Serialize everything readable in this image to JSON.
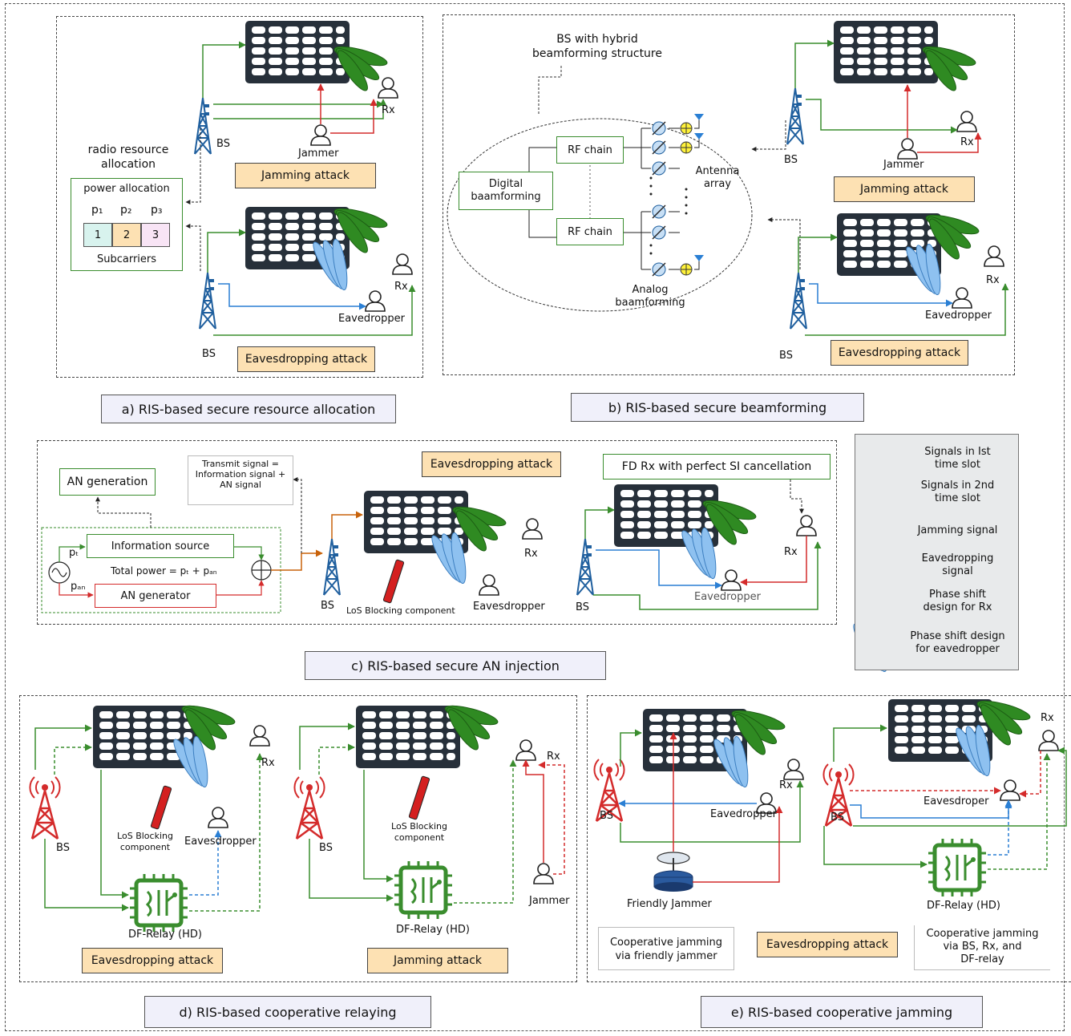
{
  "captions": {
    "a": "a) RIS-based secure resource allocation",
    "b": "b) RIS-based secure beamforming",
    "c": "c) RIS-based secure AN injection",
    "d": "d) RIS-based cooperative relaying",
    "e": "e) RIS-based cooperative jamming"
  },
  "panel_a": {
    "bs": "BS",
    "rx": "Rx",
    "jammer": "Jammer",
    "jamming_attack": "Jamming attack",
    "radio_resource": "radio resource\nallocation",
    "power_allocation": "power allocation",
    "p1": "p₁",
    "p2": "p₂",
    "p3": "p₃",
    "sub1": "1",
    "sub2": "2",
    "sub3": "3",
    "subcarriers": "Subcarriers",
    "eavesdropper": "Eavedropper",
    "eavesdropping_attack": "Eavesdropping attack"
  },
  "panel_b": {
    "bs_hybrid": "BS with hybrid\nbeamforming structure",
    "digital": "Digital\nbaamforming",
    "rf_chain": "RF chain",
    "antenna_array": "Antenna\narray",
    "analog": "Analog\nbaamforming",
    "bs": "BS",
    "rx": "Rx",
    "jammer": "Jammer",
    "jamming_attack": "Jamming attack",
    "eavesdropper": "Eavedropper",
    "eavesdropping_attack": "Eavesdropping attack"
  },
  "panel_c": {
    "an_generation": "AN generation",
    "transmit_signal": "Transmit signal =\nInformation signal +\nAN signal",
    "info_source": "Information source",
    "pt": "pₜ",
    "pan": "pₐₙ",
    "total_power": "Total power = pₜ + pₐₙ",
    "an_generator": "AN generator",
    "bs": "BS",
    "eavesdropping_attack": "Eavesdropping attack",
    "rx": "Rx",
    "los_block": "LoS Blocking component",
    "eavesdropper": "Eavesdropper",
    "fd_rx": "FD Rx with perfect SI cancellation",
    "eavedropper2": "Eavedropper"
  },
  "legend": {
    "sig1": "Signals in Ist\ntime slot",
    "sig2": "Signals in 2nd\ntime slot",
    "jam": "Jamming signal",
    "eave": "Eavedropping\nsignal",
    "phase_rx": "Phase shift\ndesign for Rx",
    "phase_eve": "Phase shift design\nfor eavedropper"
  },
  "panel_d": {
    "bs": "BS",
    "rx": "Rx",
    "los_block": "LoS Blocking\ncomponent",
    "eavesdropper": "Eavesdropper",
    "df_relay": "DF-Relay (HD)",
    "eavesdropping_attack": "Eavesdropping attack",
    "jammer": "Jammer",
    "jamming_attack": "Jamming attack"
  },
  "panel_e": {
    "bs": "BS",
    "rx": "Rx",
    "eavedropper": "Eavedropper",
    "friendly_jammer": "Friendly Jammer",
    "coop1": "Cooperative jamming\nvia friendly jammer",
    "eavesdropping_attack": "Eavesdropping attack",
    "eavesdropper": "Eavesdroper",
    "df_relay": "DF-Relay (HD)",
    "coop2": "Cooperative jamming\nvia BS, Rx, and\nDF-relay"
  },
  "colors": {
    "green": "#3a8d2e",
    "red": "#d42b2b",
    "blue": "#2a7fd4",
    "orange": "#c8620a",
    "attack_fill": "#fde1b3",
    "caption_fill": "#f0f0fa",
    "legend_fill": "#e8eaeb",
    "ris_frame": "#27303a"
  }
}
